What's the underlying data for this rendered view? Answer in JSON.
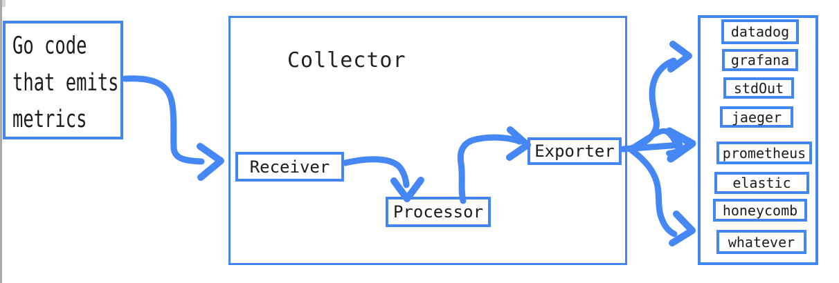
{
  "colors": {
    "accent_blue": "#4285f4",
    "text_black": "#1b1b1b",
    "scrollbar_gray": "#a9a9a9"
  },
  "source_box": {
    "lines": [
      "Go code",
      "that emits",
      "metrics"
    ]
  },
  "collector": {
    "title": "Collector",
    "receiver_label": "Receiver",
    "processor_label": "Processor",
    "exporter_label": "Exporter"
  },
  "destinations": {
    "items": [
      "datadog",
      "grafana",
      "stdOut",
      "jaeger",
      "prometheus",
      "elastic",
      "honeycomb",
      "whatever"
    ]
  }
}
